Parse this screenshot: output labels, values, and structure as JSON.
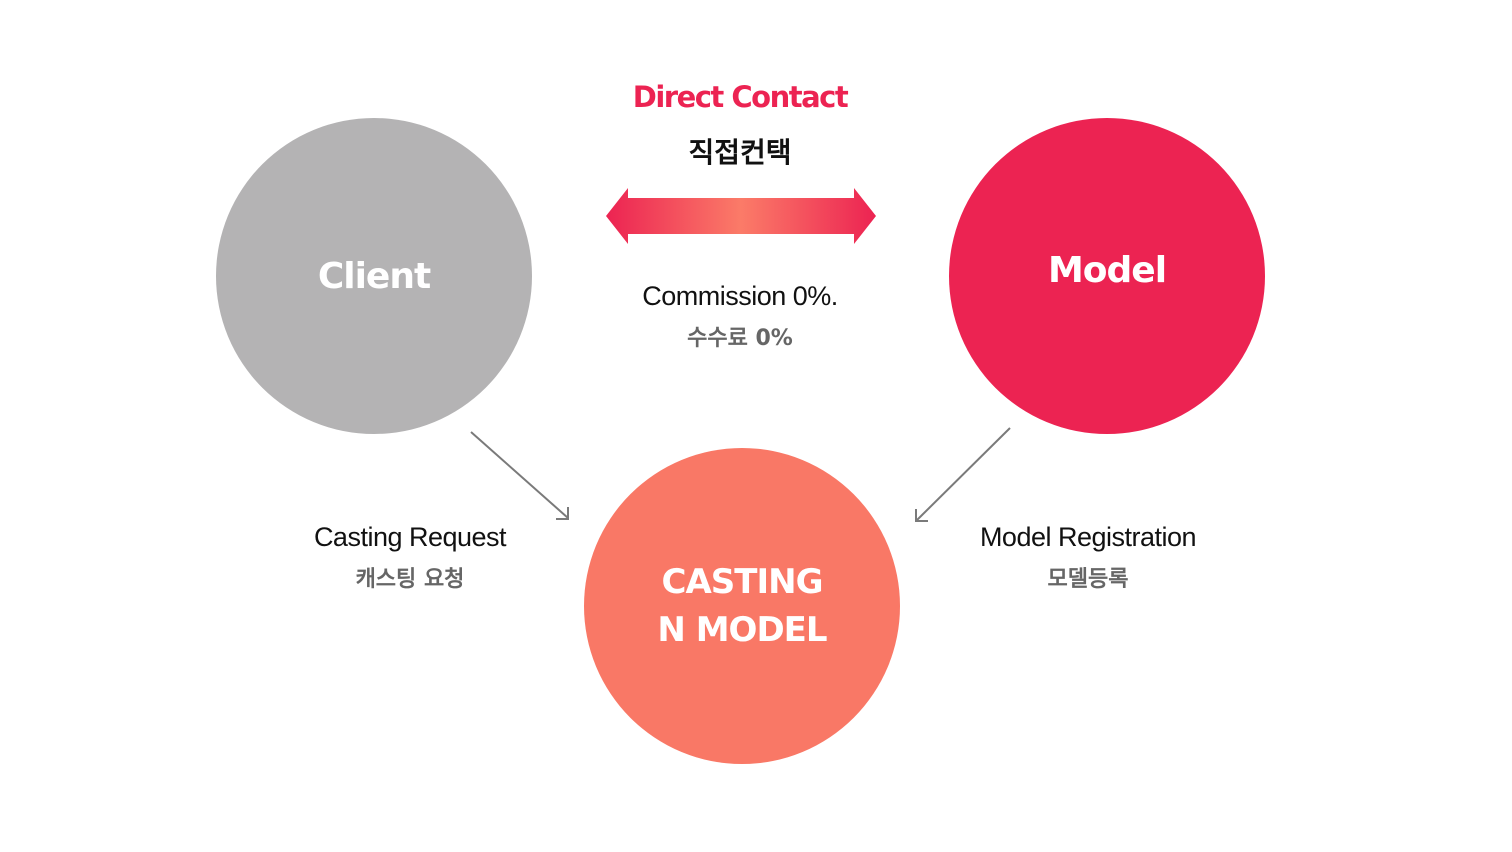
{
  "colors": {
    "client": "#b4b3b4",
    "model": "#ec2352",
    "casting": "#f97866",
    "arrow_edge": "#ec2352",
    "arrow_center": "#fb7b68",
    "connector": "#7a7a7a"
  },
  "nodes": {
    "client": {
      "label": "Client"
    },
    "model": {
      "label": "Model"
    },
    "casting": {
      "line1": "CASTING",
      "line2": "N MODEL"
    }
  },
  "direct_contact": {
    "title": "Direct Contact",
    "subtitle_ko": "직접컨택",
    "arrow_icon": "double-headed-arrow"
  },
  "commission": {
    "en": "Commission 0%.",
    "ko": "수수료 0%"
  },
  "casting_request": {
    "en": "Casting Request",
    "ko": "캐스팅 요청",
    "arrow_icon": "arrow-down-right"
  },
  "model_registration": {
    "en": "Model Registration",
    "ko": "모델등록",
    "arrow_icon": "arrow-down-left"
  }
}
